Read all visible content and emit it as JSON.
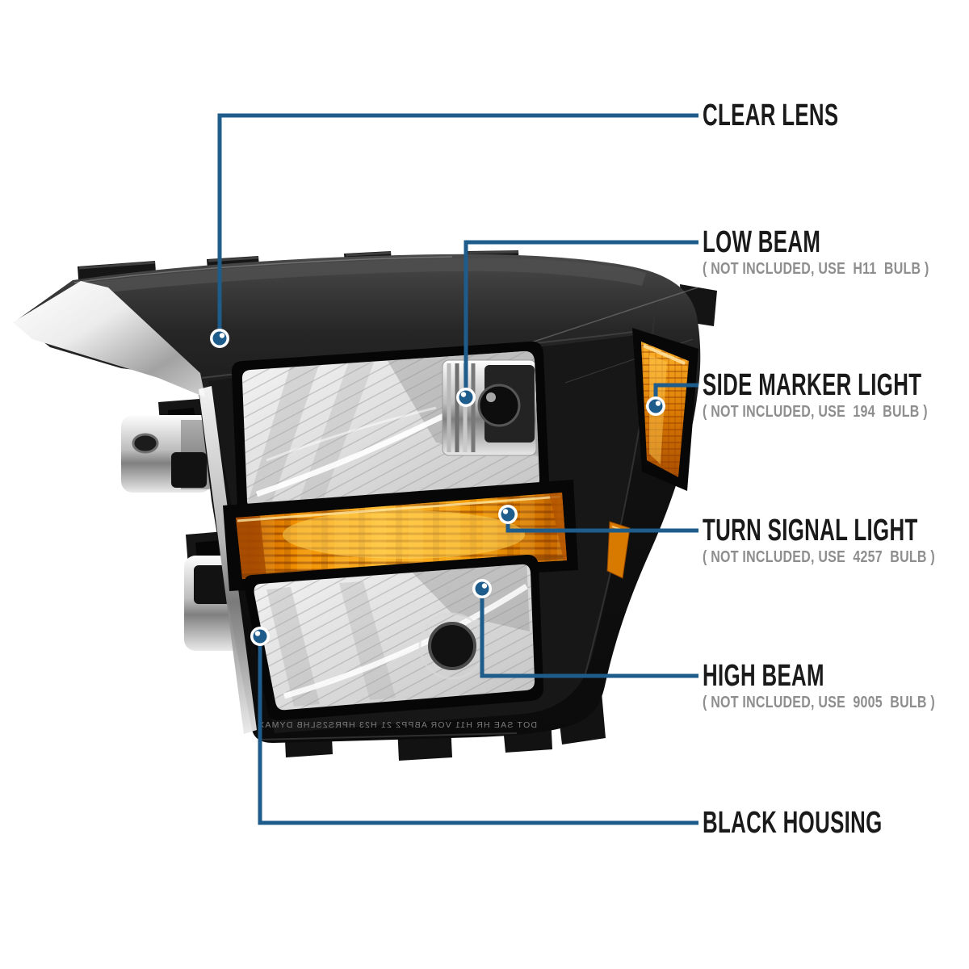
{
  "page": {
    "background": "#ffffff"
  },
  "palette": {
    "callout_blue": "#1E5C8C",
    "label_title": "#1A1A1A",
    "label_note": "#8E8E8E",
    "amber": "#F59B00",
    "housing_black": "#111111"
  },
  "callouts": [
    {
      "id": "clear-lens",
      "label": "CLEAR LENS",
      "note": ""
    },
    {
      "id": "low-beam",
      "label": "LOW BEAM",
      "note": "( NOT INCLUDED, USE  H11  BULB )"
    },
    {
      "id": "side-marker-light",
      "label": "SIDE MARKER LIGHT",
      "note": "( NOT INCLUDED, USE  194  BULB )"
    },
    {
      "id": "turn-signal-light",
      "label": "TURN SIGNAL LIGHT",
      "note": "( NOT INCLUDED, USE  4257  BULB )"
    },
    {
      "id": "high-beam",
      "label": "HIGH BEAM",
      "note": "( NOT INCLUDED, USE  9005  BULB )"
    },
    {
      "id": "black-housing",
      "label": "BLACK HOUSING",
      "note": ""
    }
  ],
  "lens_marking": "DOT SAE HR H11 VOR ABPP2 21 H23 HPRS2SLHB DYMAX"
}
